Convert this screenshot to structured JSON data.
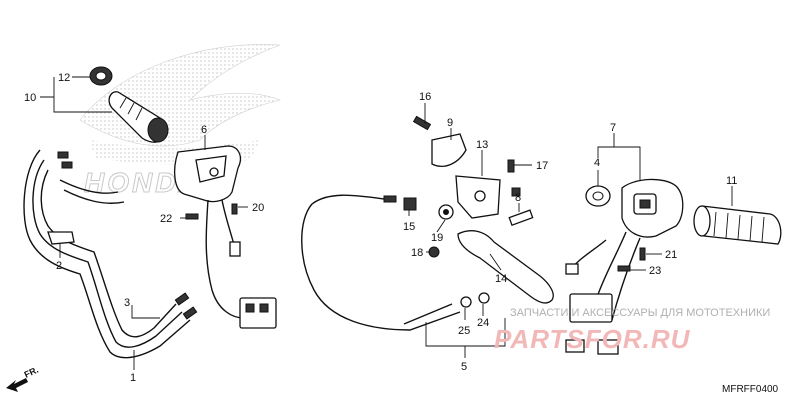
{
  "diagram": {
    "callouts": [
      {
        "id": "c1",
        "label": "1"
      },
      {
        "id": "c2",
        "label": "2"
      },
      {
        "id": "c3",
        "label": "3"
      },
      {
        "id": "c4",
        "label": "4"
      },
      {
        "id": "c5",
        "label": "5"
      },
      {
        "id": "c6",
        "label": "6"
      },
      {
        "id": "c7",
        "label": "7"
      },
      {
        "id": "c8",
        "label": "8"
      },
      {
        "id": "c9",
        "label": "9"
      },
      {
        "id": "c10",
        "label": "10"
      },
      {
        "id": "c11",
        "label": "11"
      },
      {
        "id": "c12",
        "label": "12"
      },
      {
        "id": "c13",
        "label": "13"
      },
      {
        "id": "c14",
        "label": "14"
      },
      {
        "id": "c15",
        "label": "15"
      },
      {
        "id": "c16",
        "label": "16"
      },
      {
        "id": "c17",
        "label": "17"
      },
      {
        "id": "c18",
        "label": "18"
      },
      {
        "id": "c19",
        "label": "19"
      },
      {
        "id": "c20",
        "label": "20"
      },
      {
        "id": "c21",
        "label": "21"
      },
      {
        "id": "c22",
        "label": "22"
      },
      {
        "id": "c23",
        "label": "23"
      },
      {
        "id": "c24",
        "label": "24"
      },
      {
        "id": "c25",
        "label": "25"
      }
    ],
    "direction_label": "FR.",
    "diagram_code": "MFRFF0400"
  },
  "watermark": {
    "brand": "HONDA",
    "caption": "ЗАПЧАСТИ И АКСЕССУАРЫ ДЛЯ МОТОТЕХНИКИ",
    "site": "PARTSFOR.RU"
  }
}
